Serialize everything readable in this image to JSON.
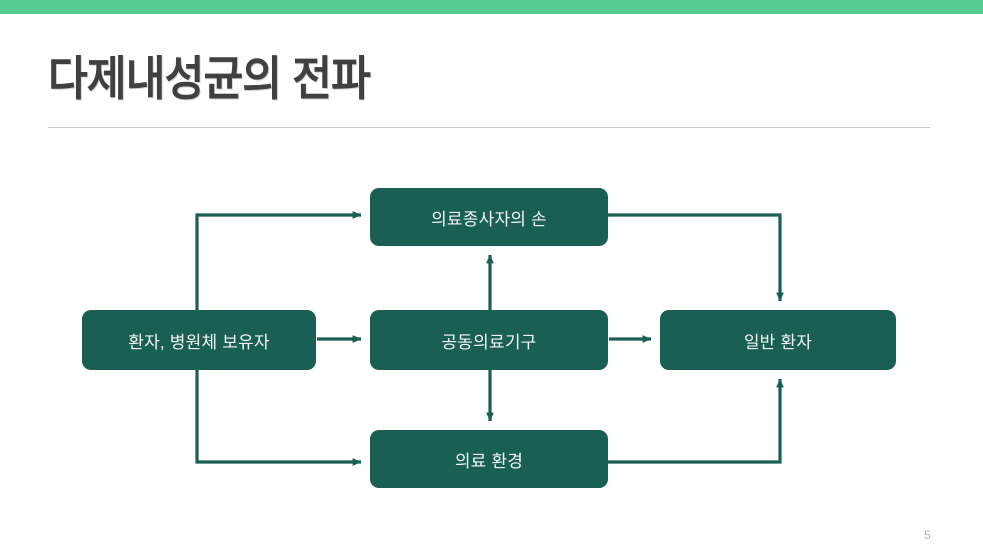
{
  "slide": {
    "title": "다제내성균의 전파",
    "page_number": "5",
    "accent_bar_color": "#55CC92",
    "node_color": "#1A5F54",
    "connector_color": "#1A5F54",
    "title_color": "#404040",
    "rule_color": "#C9C9C9"
  },
  "diagram": {
    "type": "flow",
    "nodes": [
      {
        "id": "hcw-hands",
        "label": "의료종사자의 손"
      },
      {
        "id": "carrier",
        "label": "환자, 병원체 보유자"
      },
      {
        "id": "equipment",
        "label": "공동의료기구"
      },
      {
        "id": "general",
        "label": "일반 환자"
      },
      {
        "id": "environment",
        "label": "의료 환경"
      }
    ],
    "edges": [
      {
        "from": "carrier",
        "to": "hcw-hands",
        "arrow": "single"
      },
      {
        "from": "carrier",
        "to": "equipment",
        "arrow": "single"
      },
      {
        "from": "carrier",
        "to": "environment",
        "arrow": "single"
      },
      {
        "from": "equipment",
        "to": "hcw-hands",
        "arrow": "single"
      },
      {
        "from": "equipment",
        "to": "environment",
        "arrow": "single"
      },
      {
        "from": "equipment",
        "to": "general",
        "arrow": "single"
      },
      {
        "from": "hcw-hands",
        "to": "general",
        "arrow": "single"
      },
      {
        "from": "environment",
        "to": "general",
        "arrow": "single"
      }
    ]
  }
}
